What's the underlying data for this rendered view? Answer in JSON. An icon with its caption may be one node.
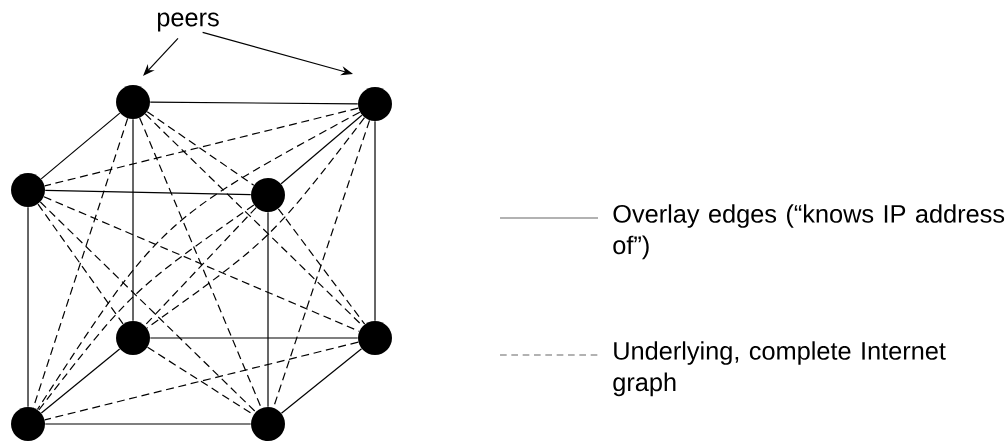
{
  "diagram": {
    "nodes": [
      {
        "text": [
          "peers"
        ]
      },
      {
        "text": [],
        "shape": "circle"
      },
      {
        "text": [],
        "shape": "circle"
      },
      {
        "text": [],
        "shape": "circle"
      },
      {
        "text": [],
        "shape": "circle"
      },
      {
        "text": [],
        "shape": "circle"
      },
      {
        "text": [],
        "shape": "circle"
      },
      {
        "text": [],
        "shape": "circle"
      },
      {
        "text": [],
        "shape": "circle"
      }
    ],
    "edges": [
      {
        "from": 0,
        "to": 1,
        "arrow": "to"
      },
      {
        "from": 0,
        "to": 2,
        "arrow": "to"
      },
      {
        "from": 1,
        "to": 2,
        "arrow": "none"
      },
      {
        "from": 1,
        "to": 3,
        "arrow": "none"
      },
      {
        "from": 2,
        "to": 4,
        "arrow": "none"
      },
      {
        "from": 3,
        "to": 4,
        "arrow": "none"
      },
      {
        "from": 1,
        "to": 5,
        "arrow": "none"
      },
      {
        "from": 2,
        "to": 6,
        "arrow": "none"
      },
      {
        "from": 3,
        "to": 7,
        "arrow": "none"
      },
      {
        "from": 4,
        "to": 8,
        "arrow": "none"
      },
      {
        "from": 5,
        "to": 6,
        "arrow": "none"
      },
      {
        "from": 5,
        "to": 7,
        "arrow": "none"
      },
      {
        "from": 6,
        "to": 8,
        "arrow": "none"
      },
      {
        "from": 7,
        "to": 8,
        "arrow": "none"
      },
      {
        "from": 1,
        "to": 4,
        "arrow": "none",
        "style": "dashed"
      },
      {
        "from": 1,
        "to": 6,
        "arrow": "none",
        "style": "dashed"
      },
      {
        "from": 1,
        "to": 7,
        "arrow": "none",
        "style": "dashed"
      },
      {
        "from": 1,
        "to": 8,
        "arrow": "none",
        "style": "dashed"
      },
      {
        "from": 2,
        "to": 3,
        "arrow": "none",
        "style": "dashed"
      },
      {
        "from": 2,
        "to": 5,
        "arrow": "none",
        "style": "dashed"
      },
      {
        "from": 2,
        "to": 7,
        "arrow": "none",
        "style": "dashed"
      },
      {
        "from": 2,
        "to": 8,
        "arrow": "none",
        "style": "dashed"
      },
      {
        "from": 3,
        "to": 5,
        "arrow": "none",
        "style": "dashed"
      },
      {
        "from": 3,
        "to": 6,
        "arrow": "none",
        "style": "dashed"
      },
      {
        "from": 3,
        "to": 8,
        "arrow": "none",
        "style": "dashed"
      },
      {
        "from": 4,
        "to": 5,
        "arrow": "none",
        "style": "dashed"
      },
      {
        "from": 4,
        "to": 6,
        "arrow": "none",
        "style": "dashed"
      },
      {
        "from": 4,
        "to": 7,
        "arrow": "none",
        "style": "dashed"
      },
      {
        "from": 5,
        "to": 8,
        "arrow": "none",
        "style": "dashed"
      },
      {
        "from": 6,
        "to": 7,
        "arrow": "none",
        "style": "dashed"
      }
    ],
    "legend": [
      {
        "text": "Overlay edges (“knows IP address of”)"
      },
      {
        "text": "Underlying, complete Internet graph"
      }
    ]
  }
}
